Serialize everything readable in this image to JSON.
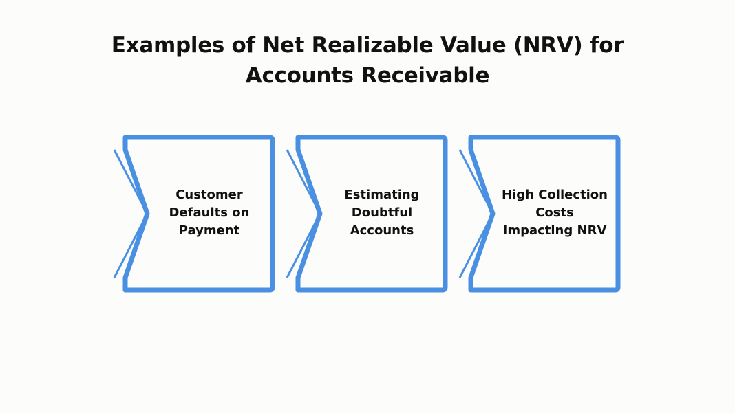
{
  "title": {
    "line1": "Examples of Net Realizable Value (NRV) for",
    "line2": "Accounts Receivable"
  },
  "colors": {
    "border": "#4a90e2",
    "background": "#fcfcfa",
    "text": "#111111"
  },
  "steps": [
    {
      "lines": [
        "Customer",
        "Defaults on",
        "Payment"
      ]
    },
    {
      "lines": [
        "Estimating",
        "Doubtful",
        "Accounts"
      ]
    },
    {
      "lines": [
        "High Collection",
        "Costs",
        "Impacting NRV"
      ]
    }
  ]
}
